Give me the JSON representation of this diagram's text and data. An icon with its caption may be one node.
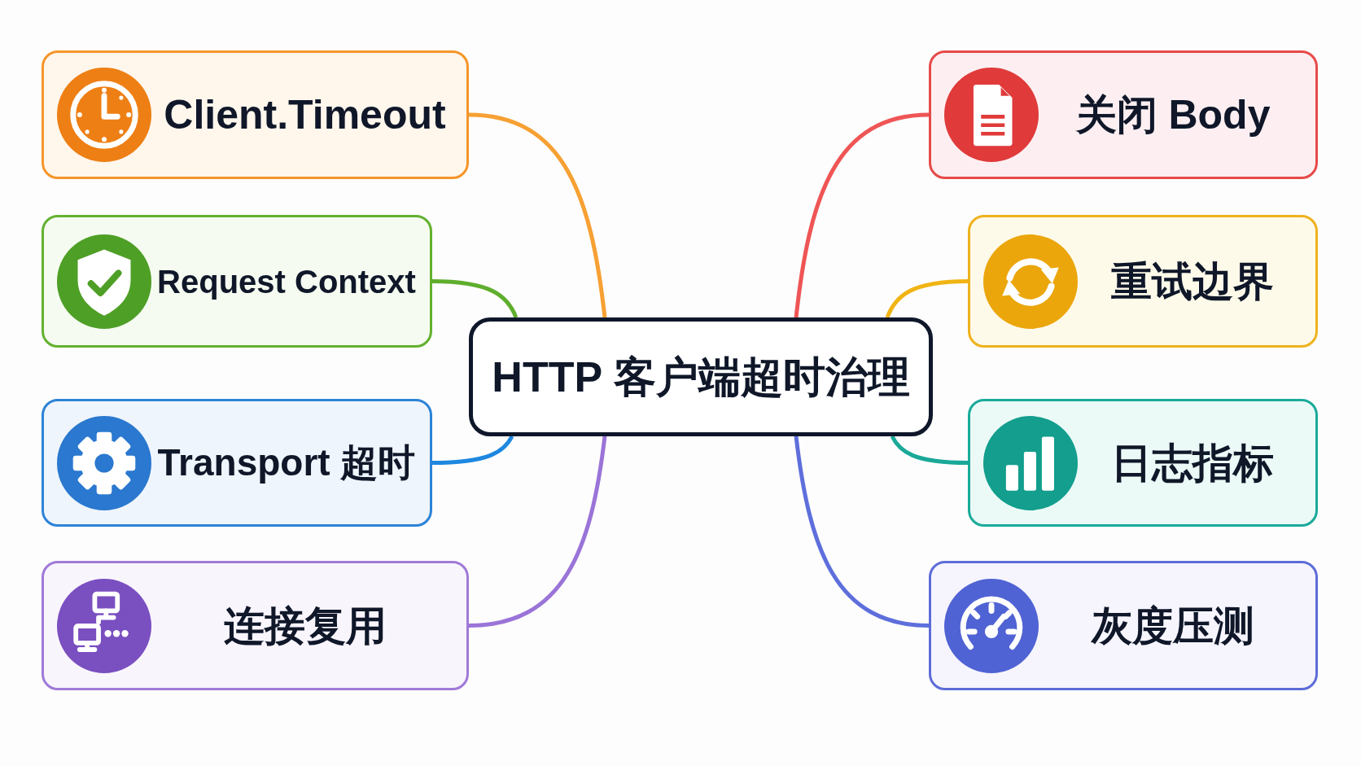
{
  "diagram": {
    "nodes": [
      {
        "text": [
          "HTTP 客户端超时治理"
        ]
      },
      {
        "text": [
          "Client.Timeout"
        ]
      },
      {
        "text": [
          "Request Context"
        ]
      },
      {
        "text": [
          "Transport 超时"
        ]
      },
      {
        "text": [
          "连接复用"
        ]
      },
      {
        "text": [
          "关闭 Body"
        ]
      },
      {
        "text": [
          "重试边界"
        ]
      },
      {
        "text": [
          "日志指标"
        ]
      },
      {
        "text": [
          "灰度压测"
        ]
      }
    ],
    "edges": [
      {
        "from": 0,
        "to": 1,
        "arrow": "none",
        "color": "#f7a033"
      },
      {
        "from": 0,
        "to": 2,
        "arrow": "none",
        "color": "#5fae2d"
      },
      {
        "from": 0,
        "to": 3,
        "arrow": "none",
        "color": "#1e88e0"
      },
      {
        "from": 0,
        "to": 4,
        "arrow": "none",
        "color": "#9a74d8"
      },
      {
        "from": 0,
        "to": 5,
        "arrow": "none",
        "color": "#ef5555"
      },
      {
        "from": 0,
        "to": 6,
        "arrow": "none",
        "color": "#f0b414"
      },
      {
        "from": 0,
        "to": 7,
        "arrow": "none",
        "color": "#1aa898"
      },
      {
        "from": 0,
        "to": 8,
        "arrow": "none",
        "color": "#5e6fdc"
      }
    ]
  }
}
